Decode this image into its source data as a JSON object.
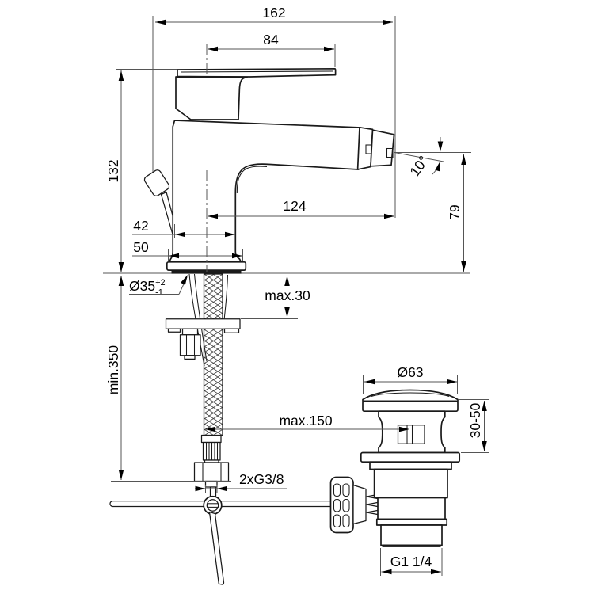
{
  "drawing": {
    "subject": "Bidet single-lever mixer faucet with pop-up waste — dimensional technical drawing",
    "colors": {
      "background": "#ffffff",
      "outline": "#1a1a1a",
      "dimension_lines": "#555555",
      "text": "#000000"
    },
    "labels": {
      "overall_width": "162",
      "lever_reach": "84",
      "height_to_lever": "132",
      "spout_reach": "124",
      "body_depth": "42",
      "base_width": "50",
      "hole_diameter": "Ø35",
      "hole_tol_plus": "+2",
      "hole_tol_minus": "-1",
      "deck_thickness_max": "max.30",
      "hose_length_min": "min.350",
      "spout_angle": "10°",
      "spout_height": "79",
      "rod_reach_max": "max.150",
      "waste_cap_diameter": "Ø63",
      "waste_deck_range": "30-50",
      "inlet_thread": "2xG3/8",
      "waste_thread": "G1 1/4"
    }
  }
}
